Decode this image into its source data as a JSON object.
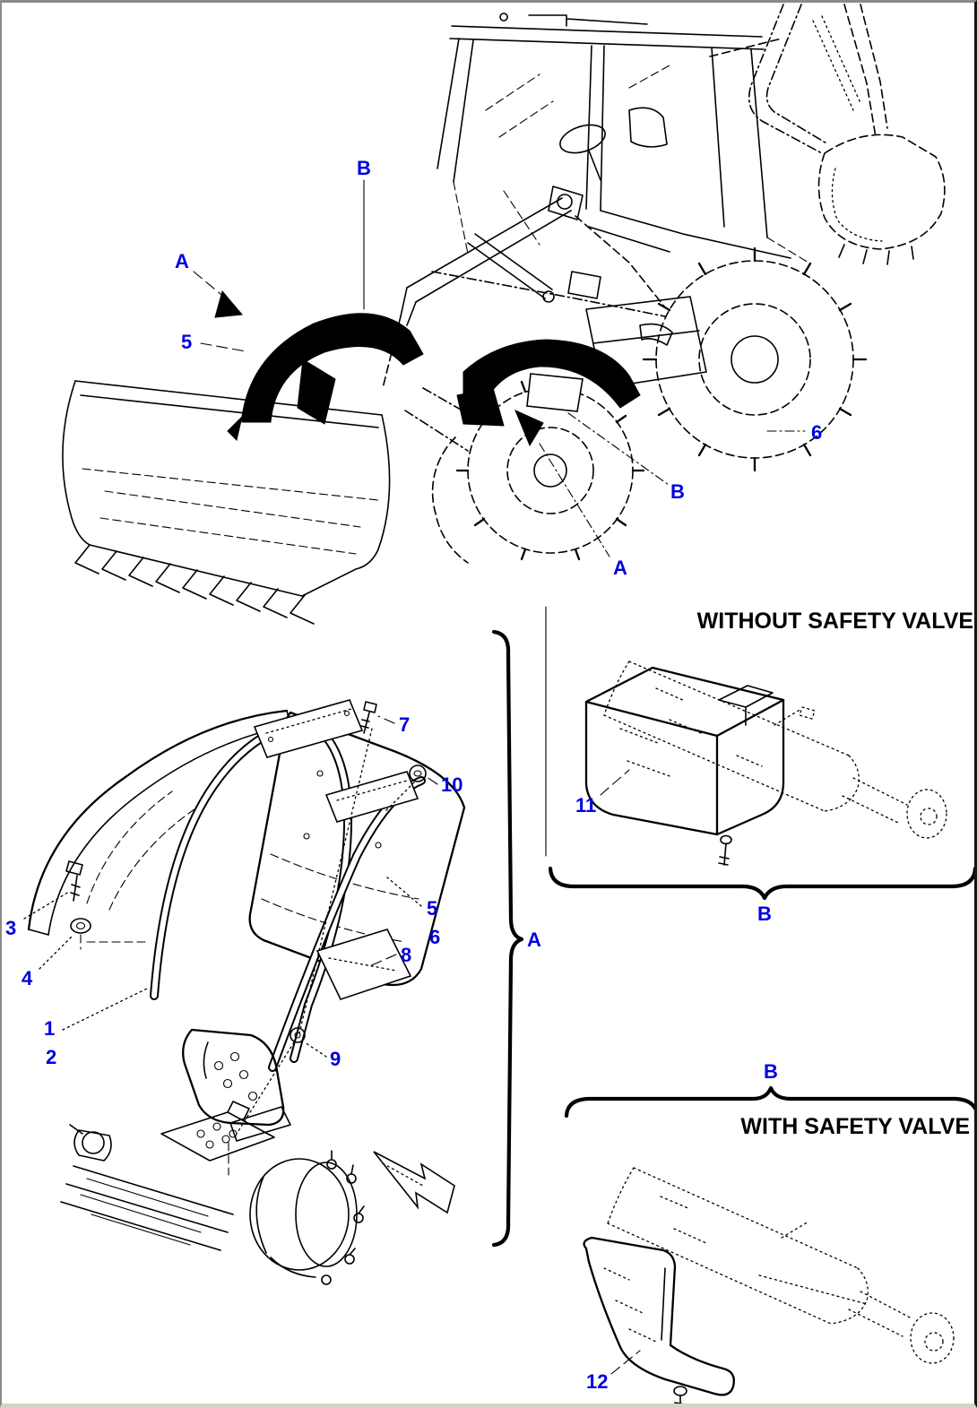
{
  "colors": {
    "callout_blue": "#0000dd",
    "line_black": "#000000",
    "page_bg": "#ffffff",
    "border_top": "#8a8a8a",
    "border_bottom": "#d6d2c6",
    "border_right": "#141414"
  },
  "titles": {
    "without_valve": "WITHOUT SAFETY VALVE",
    "with_valve": "WITH SAFETY VALVE"
  },
  "machine_callouts": {
    "b_front": "B",
    "a_front": "A",
    "n5": "5",
    "n6": "6",
    "b_rear": "B",
    "a_rear": "A"
  },
  "exploded_callouts": {
    "n1": "1",
    "n2": "2",
    "n3": "3",
    "n4": "4",
    "n5": "5",
    "n6": "6",
    "n7": "7",
    "n8": "8",
    "n9": "9",
    "n10": "10"
  },
  "section_callouts": {
    "brace_a": "A",
    "brace_b_without": "B",
    "brace_b_with": "B",
    "part_11": "11",
    "part_12": "12"
  }
}
